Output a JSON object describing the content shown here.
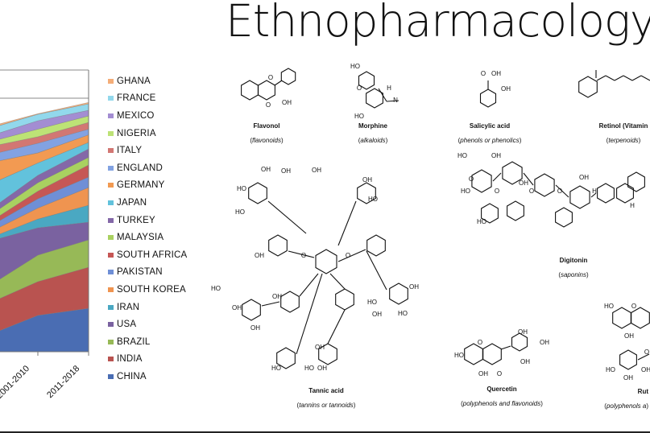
{
  "title": "Ethnopharmacology",
  "chart_data": {
    "type": "area",
    "stacked": true,
    "categories": [
      "",
      "2001-2010",
      "2011-2018"
    ],
    "series": [
      {
        "name": "CHINA",
        "color": "#4a6db3",
        "values": [
          0.57,
          1.29,
          1.54
        ]
      },
      {
        "name": "INDIA",
        "color": "#b95350",
        "values": [
          1.12,
          1.2,
          1.46
        ]
      },
      {
        "name": "BRAZIL",
        "color": "#97b957",
        "values": [
          0.6,
          0.94,
          0.97
        ]
      },
      {
        "name": "USA",
        "color": "#7a62a0",
        "values": [
          1.61,
          0.97,
          0.63
        ]
      },
      {
        "name": "IRAN",
        "color": "#4aa8c2",
        "values": [
          0.1,
          0.31,
          0.6
        ]
      },
      {
        "name": "SOUTH KOREA",
        "color": "#ef9450",
        "values": [
          0.2,
          0.39,
          0.63
        ]
      },
      {
        "name": "PAKISTAN",
        "color": "#6f8fd6",
        "values": [
          0.2,
          0.33,
          0.37
        ]
      },
      {
        "name": "SOUTH AFRICA",
        "color": "#c65755",
        "values": [
          0.14,
          0.27,
          0.43
        ]
      },
      {
        "name": "MALAYSIA",
        "color": "#a9d160",
        "values": [
          0.23,
          0.3,
          0.27
        ]
      },
      {
        "name": "TURKEY",
        "color": "#8468a8",
        "values": [
          0.2,
          0.26,
          0.3
        ]
      },
      {
        "name": "JAPAN",
        "color": "#62c2dc",
        "values": [
          0.93,
          0.44,
          0.23
        ]
      },
      {
        "name": "GERMANY",
        "color": "#f29a52",
        "values": [
          0.79,
          0.36,
          0.27
        ]
      },
      {
        "name": "ENGLAND",
        "color": "#82a2e2",
        "values": [
          0.28,
          0.34,
          0.2
        ]
      },
      {
        "name": "ITALY",
        "color": "#d27773",
        "values": [
          0.29,
          0.23,
          0.24
        ]
      },
      {
        "name": "NIGERIA",
        "color": "#bde276",
        "values": [
          0.17,
          0.27,
          0.23
        ]
      },
      {
        "name": "MEXICO",
        "color": "#a38dd2",
        "values": [
          0.2,
          0.3,
          0.2
        ]
      },
      {
        "name": "FRANCE",
        "color": "#92d8ec",
        "values": [
          0.27,
          0.23,
          0.23
        ]
      },
      {
        "name": "GHANA",
        "color": "#f4ad78",
        "values": [
          0.07,
          0.02,
          0.05
        ]
      }
    ],
    "legend_order": [
      "GHANA",
      "FRANCE",
      "MEXICO",
      "NIGERIA",
      "ITALY",
      "ENGLAND",
      "GERMANY",
      "JAPAN",
      "TURKEY",
      "MALAYSIA",
      "SOUTH AFRICA",
      "PAKISTAN",
      "SOUTH KOREA",
      "IRAN",
      "USA",
      "BRAZIL",
      "INDIA",
      "CHINA"
    ],
    "legend_placement": "right",
    "grid": true,
    "xlabel": "",
    "ylabel": ""
  },
  "molecules": [
    {
      "name": "Flavonol",
      "class": "flavonoids",
      "atoms": [
        "O",
        "O",
        "OH"
      ]
    },
    {
      "name": "Morphine",
      "class": "alkaloids",
      "atoms": [
        "HO",
        "O",
        "H",
        "N",
        "HO"
      ]
    },
    {
      "name": "Salicylic acid",
      "class": "phenols or phenolics",
      "atoms": [
        "O",
        "OH",
        "OH"
      ]
    },
    {
      "name": "Retinol (Vitamin",
      "class": "terpenoids",
      "atoms": []
    },
    {
      "name": "Digitonin",
      "class": "saponins",
      "atoms": [
        "HO",
        "OH",
        "O",
        "HO",
        "O",
        "OH",
        "O",
        "HO",
        "O",
        "OH",
        "H",
        "H"
      ]
    },
    {
      "name": "Tannic acid",
      "class": "tannins or tannoids",
      "atoms": [
        "HO",
        "OH",
        "HO",
        "OH",
        "OH",
        "OH",
        "HO",
        "OH",
        "O",
        "O",
        "HO",
        "OH",
        "OH",
        "OH",
        "HO",
        "OH",
        "HO",
        "OH",
        "OH",
        "HO",
        "HO",
        "OH"
      ]
    },
    {
      "name": "Quercetin",
      "class": "polyphenols and flavonoids",
      "atoms": [
        "HO",
        "O",
        "OH",
        "OH",
        "OH",
        "OH",
        "O"
      ]
    },
    {
      "name": "Rut",
      "class": "polyphenols a",
      "atoms": [
        "HO",
        "O",
        "OH",
        "O",
        "HO",
        "OH",
        "OH"
      ]
    }
  ]
}
